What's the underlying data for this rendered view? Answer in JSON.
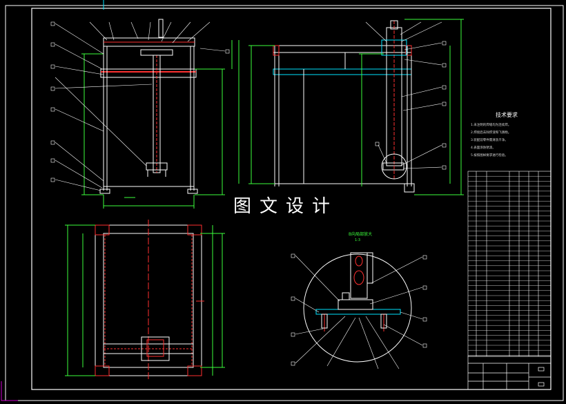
{
  "drawing": {
    "watermark": "图文设计",
    "tech_requirements_title": "技术要求",
    "tech_notes": [
      "1.未注明的焊缝均为连续焊。",
      "2.焊接后去除焊渣和飞溅物。",
      "3.装配前零件需清洗干净。",
      "4.表面涂防锈漆。",
      "5.按照图样要求进行检验。"
    ],
    "detail_title": "B向局部放大",
    "detail_scale": "1:3"
  },
  "colors": {
    "background": "#000000",
    "frame": "#ffffff",
    "outline": "#ffffff",
    "dimension": "#3cff3c",
    "center_line": "#ff3030",
    "highlight": "#00e5ff",
    "leader": "#ffffff"
  }
}
